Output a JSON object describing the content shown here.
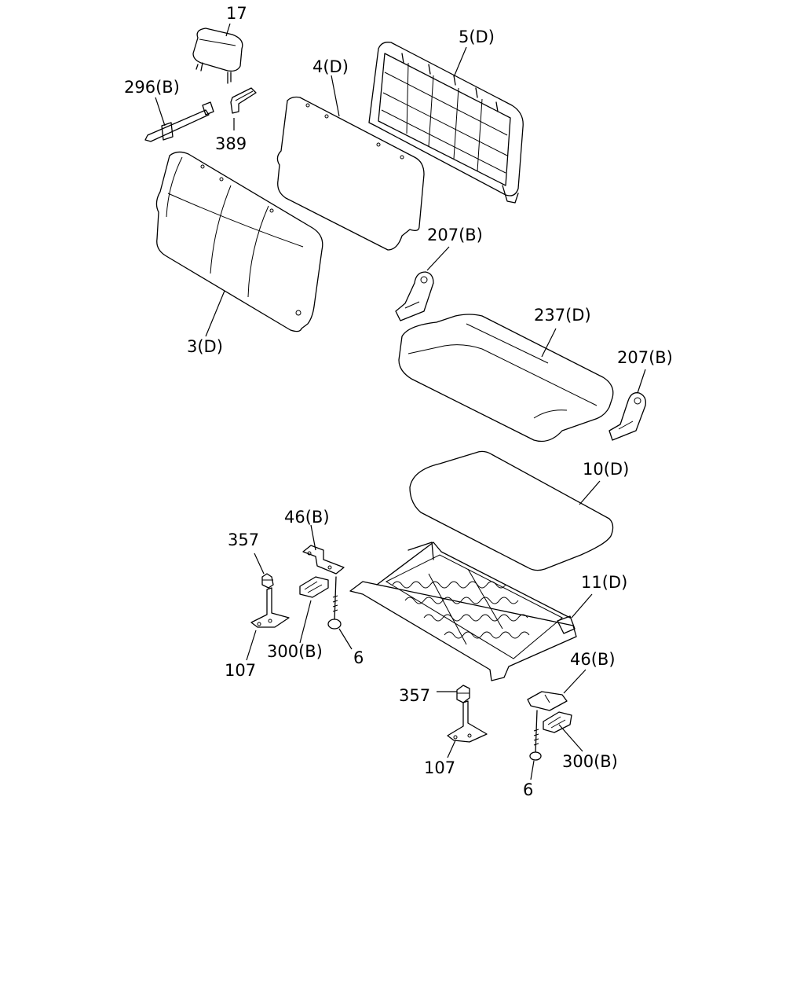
{
  "labels": {
    "l17": "17",
    "l296": "296(B)",
    "l389": "389",
    "l4": "4(D)",
    "l5": "5(D)",
    "l3": "3(D)",
    "l207a": "207(B)",
    "l237": "237(D)",
    "l207b": "207(B)",
    "l10": "10(D)",
    "l46a": "46(B)",
    "l357a": "357",
    "l11": "11(D)",
    "l300a": "300(B)",
    "l6a": "6",
    "l107a": "107",
    "l46b": "46(B)",
    "l357b": "357",
    "l300b": "300(B)",
    "l107b": "107",
    "l6b": "6"
  }
}
